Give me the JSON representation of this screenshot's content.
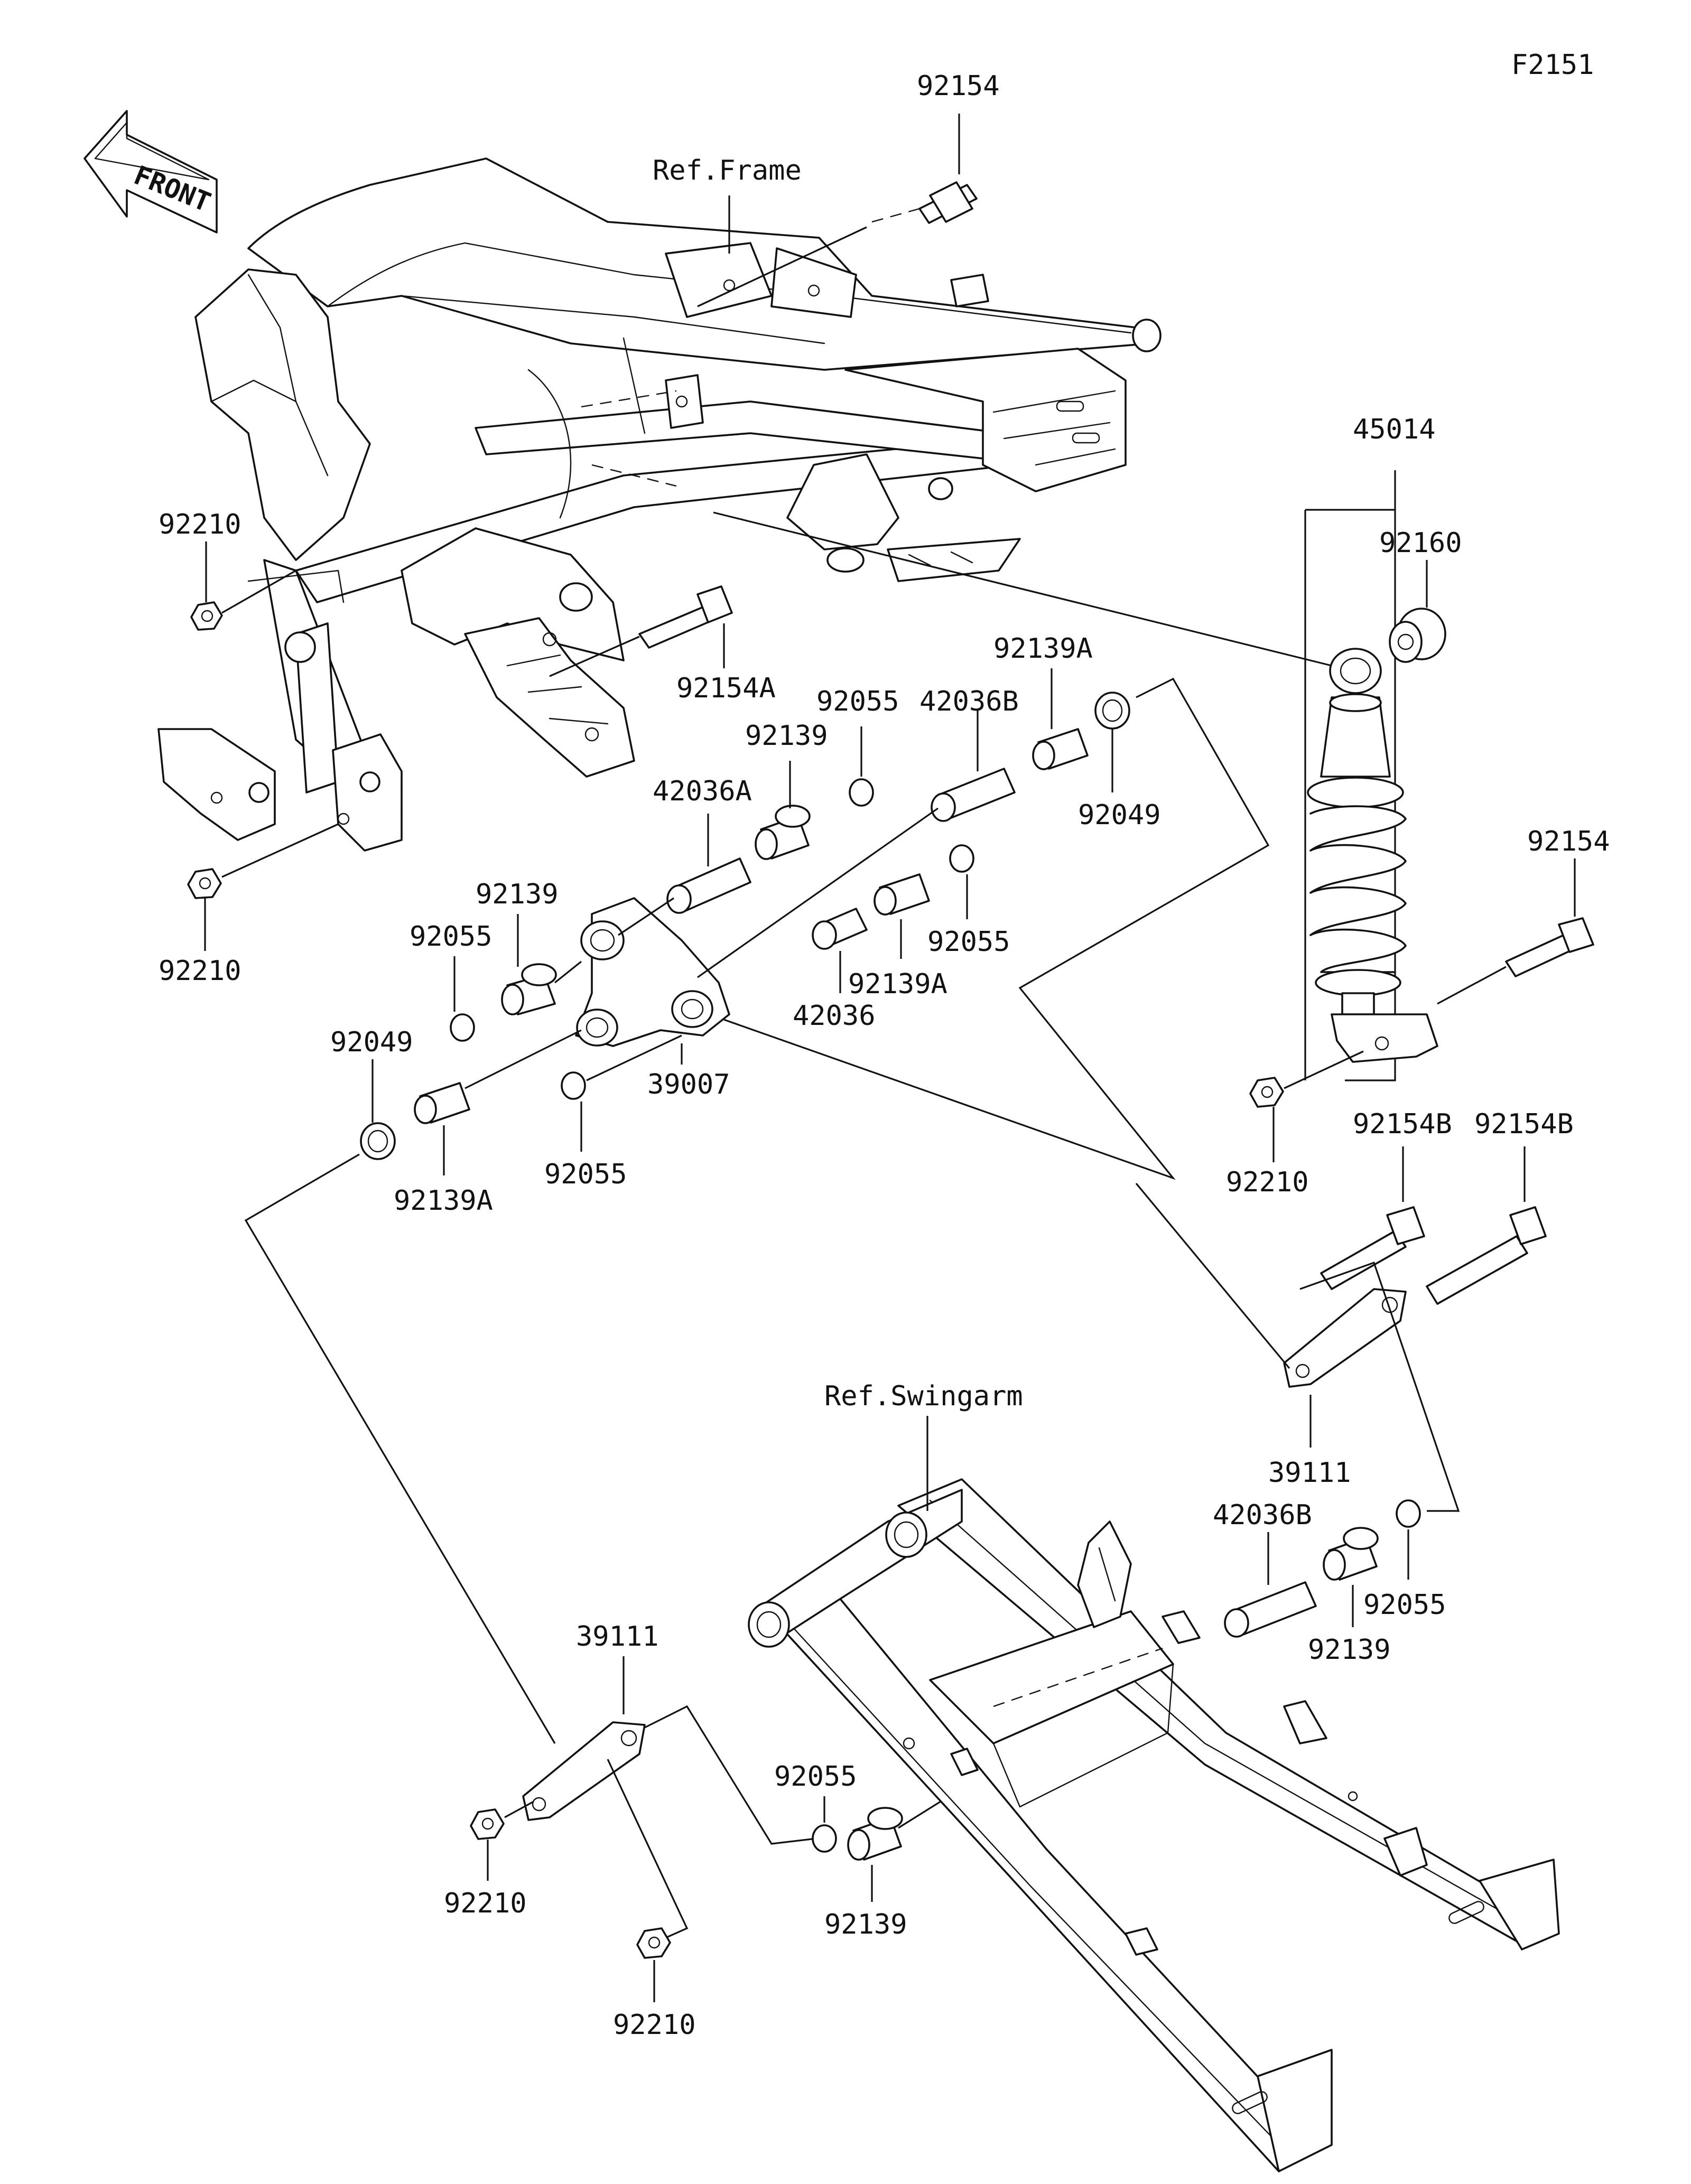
{
  "figure_code": "F2151",
  "front_arrow": {
    "text": "FRONT"
  },
  "reference_labels": {
    "frame": "Ref.Frame",
    "swingarm": "Ref.Swingarm"
  },
  "part_labels": {
    "p92154_top": "92154",
    "p45014": "45014",
    "p92160": "92160",
    "p92210_a": "92210",
    "p92154A": "92154A",
    "p92055_a": "92055",
    "p42036B_a": "42036B",
    "p92139A_a": "92139A",
    "p92139_a": "92139",
    "p92049_a": "92049",
    "p42036A": "42036A",
    "p92154_right": "92154",
    "p92139_b": "92139",
    "p92055_b": "92055",
    "p92210_b": "92210",
    "p92055_c": "92055",
    "p42036": "42036",
    "p92139A_b": "92139A",
    "p92049_b": "92049",
    "p39007": "39007",
    "p92139A_c": "92139A",
    "p92055_d": "92055",
    "p92210_c": "92210",
    "p92154B_a": "92154B",
    "p92154B_b": "92154B",
    "p39111_a": "39111",
    "p42036B_b": "42036B",
    "p92139_c": "92139",
    "p92055_e": "92055",
    "p39111_b": "39111",
    "p92055_f": "92055",
    "p92139_d": "92139",
    "p92210_d": "92210",
    "p92210_e": "92210"
  }
}
